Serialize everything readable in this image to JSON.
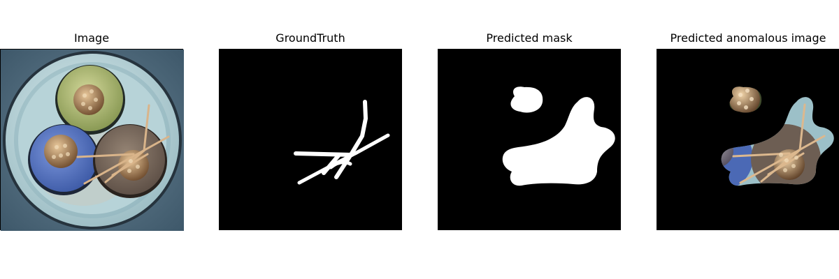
{
  "panels": [
    {
      "title": "Image"
    },
    {
      "title": "GroundTruth"
    },
    {
      "title": "Predicted mask"
    },
    {
      "title": "Predicted anomalous image"
    }
  ],
  "colors": {
    "background": "#ffffff",
    "mask_background": "#000000",
    "mask_foreground": "#ffffff",
    "cable_jacket": "#c2dcdf",
    "wire_green": "#b5c27a",
    "wire_blue": "#5a79c4",
    "wire_brown": "#7a6b60",
    "copper": "#b89060",
    "surface": "#4c6678"
  },
  "icons": {
    "image_content": "cable-cross-section-photo",
    "groundtruth_content": "binary-defect-mask",
    "predicted_mask_content": "binary-predicted-mask",
    "overlay_content": "masked-anomaly-overlay"
  }
}
